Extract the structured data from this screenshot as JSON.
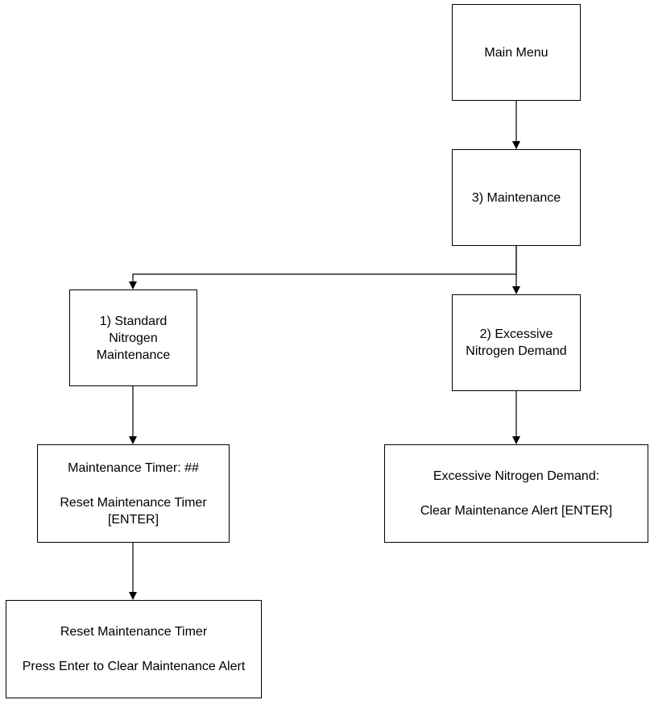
{
  "diagram": {
    "nodes": {
      "main_menu": {
        "lines": [
          "Main Menu"
        ]
      },
      "maintenance": {
        "lines": [
          "3) Maintenance"
        ]
      },
      "standard": {
        "lines": [
          "1) Standard",
          "Nitrogen",
          "Maintenance"
        ]
      },
      "excessive": {
        "lines": [
          "2) Excessive",
          "Nitrogen Demand"
        ]
      },
      "timer_screen": {
        "line1": "Maintenance Timer: ##",
        "line2": "Reset Maintenance Timer",
        "line3": "[ENTER]"
      },
      "excessive_screen": {
        "line1": "Excessive Nitrogen Demand:",
        "line2": "Clear Maintenance Alert [ENTER]"
      },
      "reset_screen": {
        "line1": "Reset Maintenance Timer",
        "line2": "Press Enter to Clear Maintenance Alert"
      }
    },
    "edges": [
      {
        "from": "main_menu",
        "to": "maintenance"
      },
      {
        "from": "maintenance",
        "to": "standard"
      },
      {
        "from": "maintenance",
        "to": "excessive"
      },
      {
        "from": "standard",
        "to": "timer_screen"
      },
      {
        "from": "excessive",
        "to": "excessive_screen"
      },
      {
        "from": "timer_screen",
        "to": "reset_screen"
      }
    ],
    "colors": {
      "stroke": "#000000",
      "background": "#ffffff"
    }
  }
}
